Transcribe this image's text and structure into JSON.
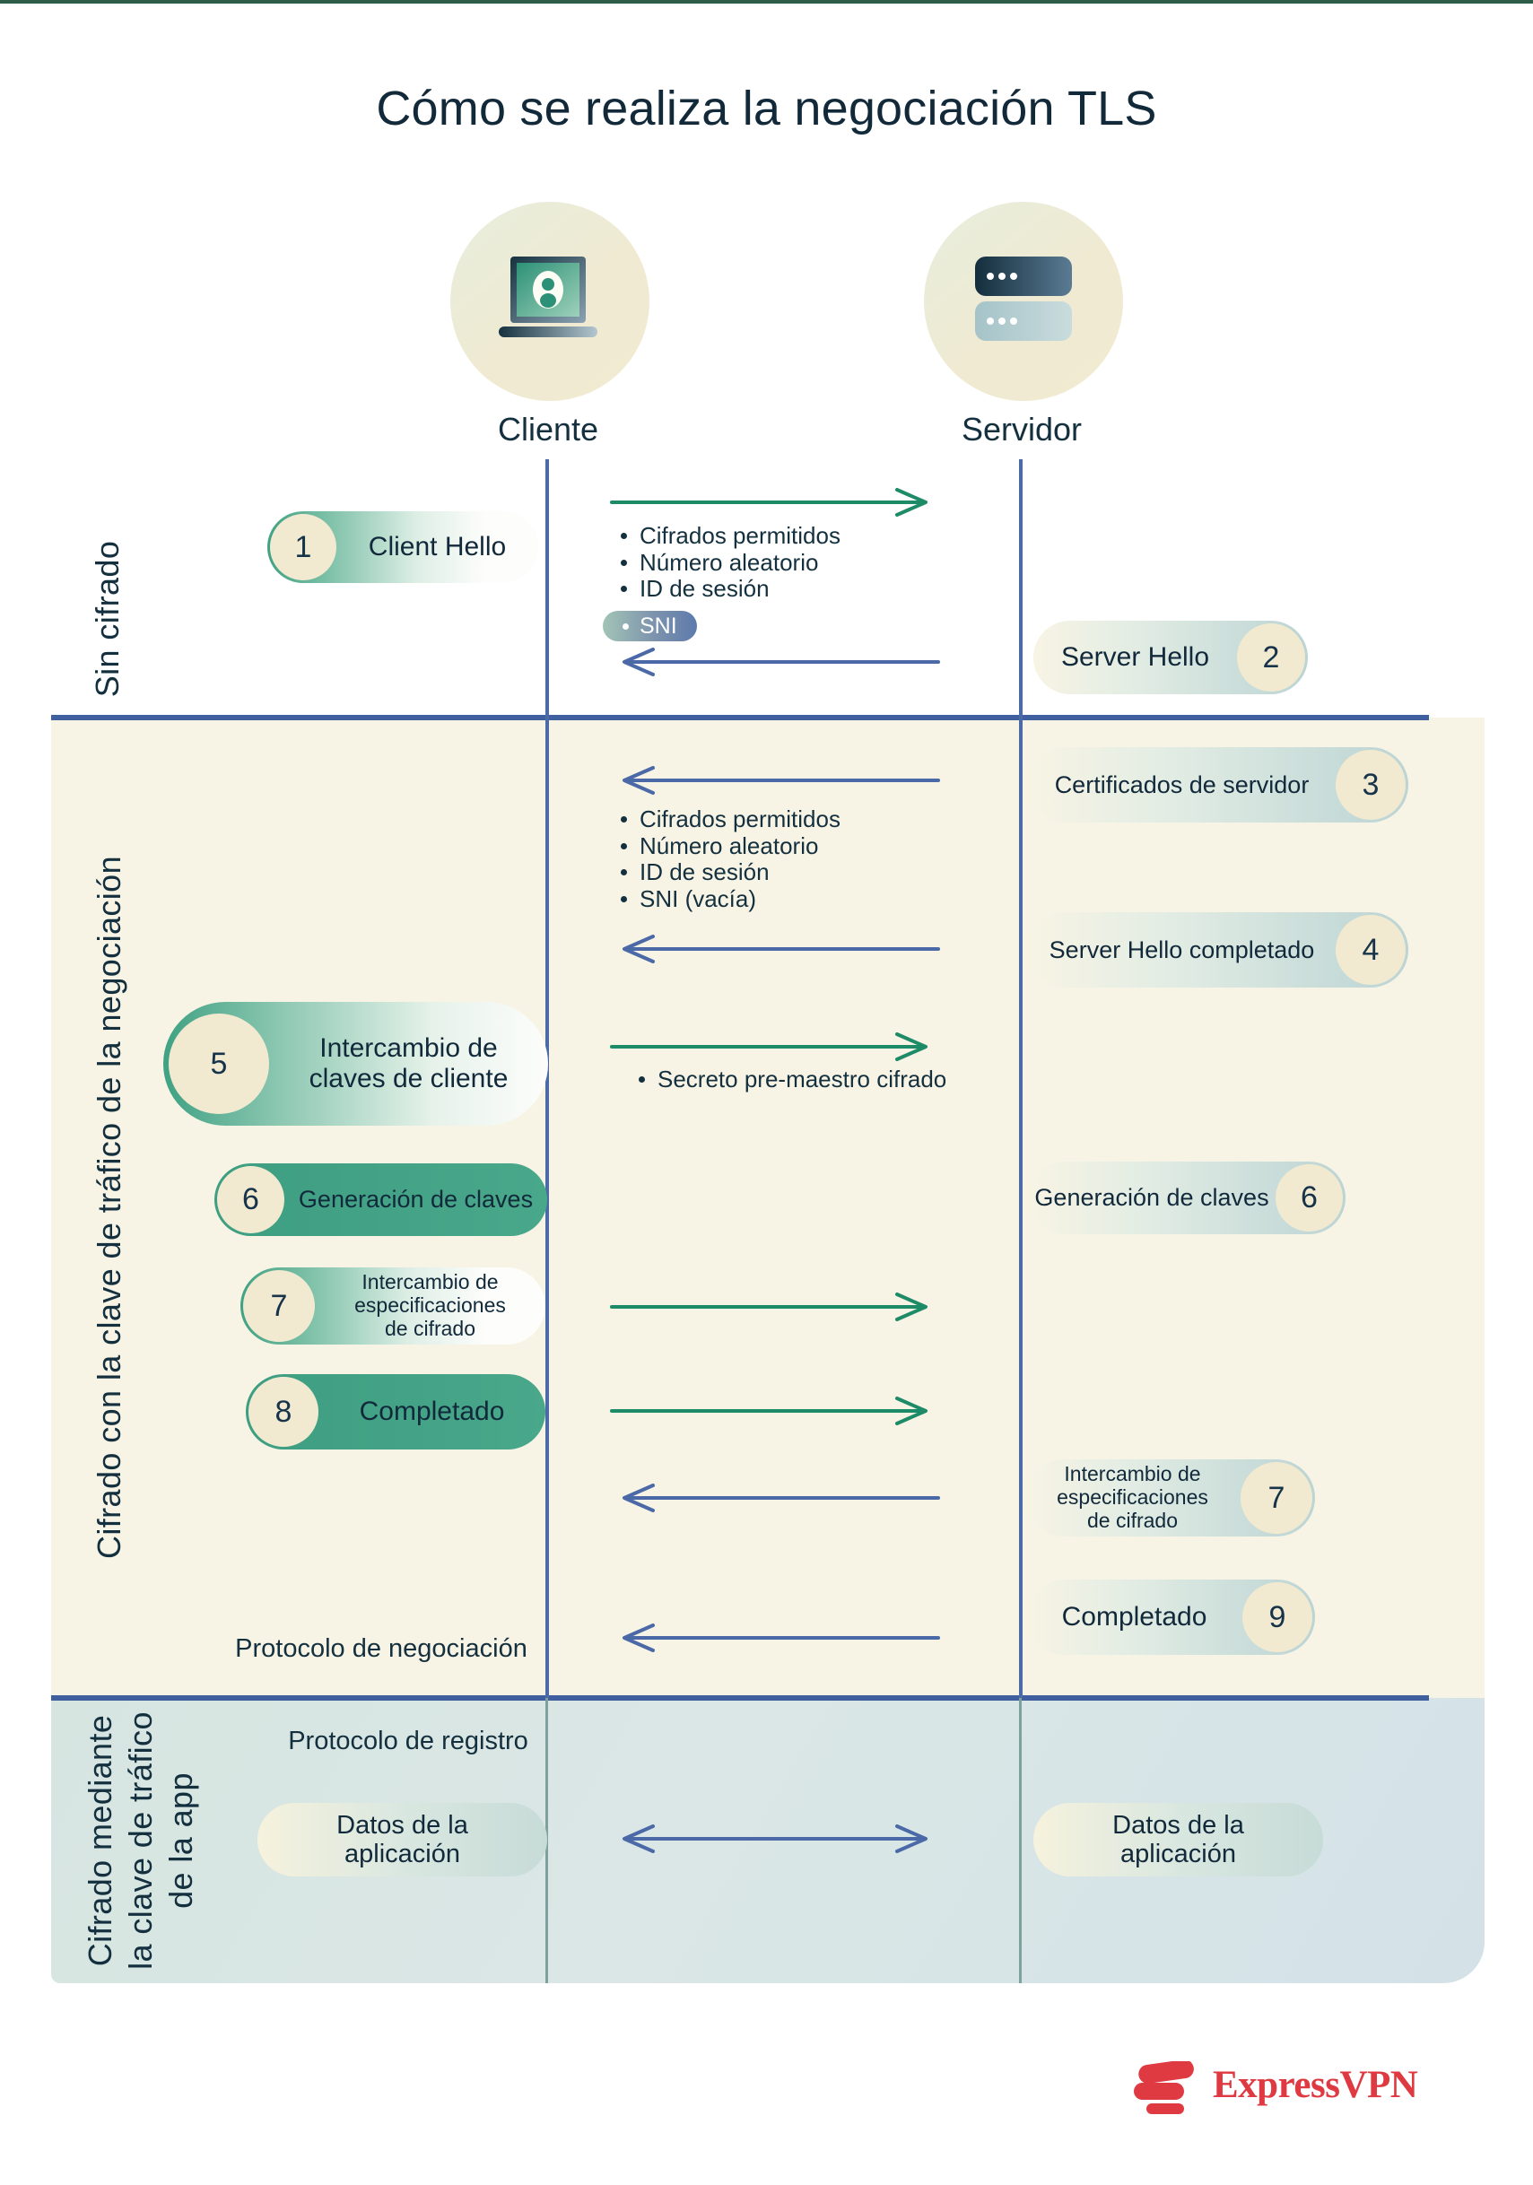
{
  "page": {
    "title": "Cómo se realiza la negociación TLS"
  },
  "actors": {
    "client": "Cliente",
    "server": "Servidor"
  },
  "side_labels": {
    "section1": "Sin cifrado",
    "section2": "Cifrado con la clave de tráfico de la negociación",
    "section3_line1": "Cifrado mediante",
    "section3_line2": "la clave de tráfico",
    "section3_line3": "de la app"
  },
  "steps": {
    "client_hello": {
      "num": "1",
      "label": "Client Hello"
    },
    "server_hello": {
      "num": "2",
      "label": "Server Hello"
    },
    "server_certificates": {
      "num": "3",
      "label": "Certificados de servidor"
    },
    "server_hello_done": {
      "num": "4",
      "label": "Server Hello completado"
    },
    "client_key_exchange": {
      "num": "5",
      "line1": "Intercambio de",
      "line2": "claves de cliente"
    },
    "key_generation_client": {
      "num": "6",
      "label": "Generación de claves"
    },
    "key_generation_server": {
      "num": "6",
      "label": "Generación de claves"
    },
    "change_cipher_client": {
      "num": "7",
      "line1": "Intercambio de",
      "line2": "especificaciones",
      "line3": "de cifrado"
    },
    "change_cipher_server": {
      "num": "7",
      "line1": "Intercambio de",
      "line2": "especificaciones",
      "line3": "de cifrado"
    },
    "finished_client": {
      "num": "8",
      "label": "Completado"
    },
    "finished_server": {
      "num": "9",
      "label": "Completado"
    }
  },
  "bullets": {
    "client_hello_list": [
      "Cifrados permitidos",
      "Número aleatorio",
      "ID de sesión"
    ],
    "sni": "SNI",
    "server_hello_list": [
      "Cifrados permitidos",
      "Número aleatorio",
      "ID de sesión",
      "SNI (vacía)"
    ],
    "pre_master": "Secreto pre-maestro cifrado"
  },
  "protocols": {
    "handshake": "Protocolo de negociación",
    "record": "Protocolo de registro"
  },
  "app_data": {
    "line1": "Datos de la",
    "line2": "aplicación"
  },
  "brand": {
    "name": "ExpressVPN"
  },
  "colors": {
    "accent_blue": "#4c6aa6",
    "accent_green": "#1d8b67",
    "pill_teal": "#3fa183",
    "cream_panel": "#f8f4e5",
    "circle_cream": "#f1ead0",
    "brand_red": "#df3a42",
    "navy_text": "#14303f"
  }
}
